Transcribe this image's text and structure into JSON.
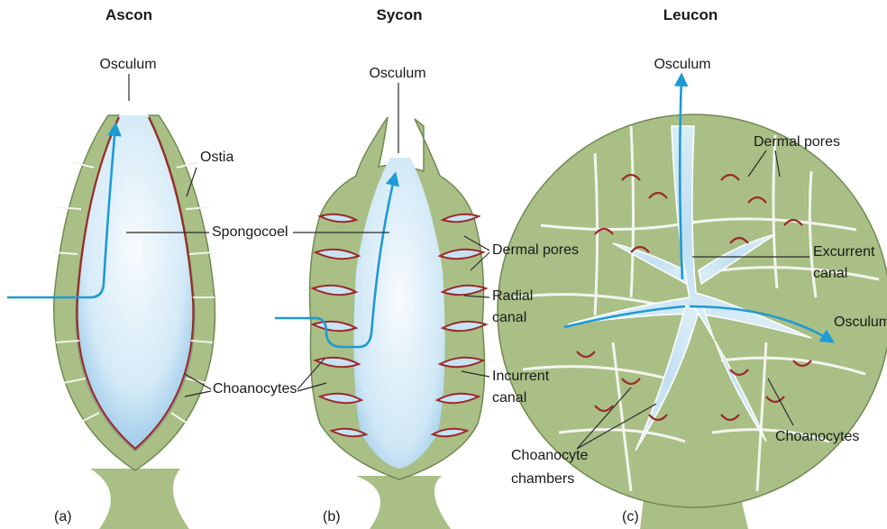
{
  "panels": [
    {
      "title": "Ascon",
      "letter": "(a)"
    },
    {
      "title": "Sycon",
      "letter": "(b)"
    },
    {
      "title": "Leucon",
      "letter": "(c)"
    }
  ],
  "labels": {
    "ascon_osculum": "Osculum",
    "ascon_ostia": "Ostia",
    "spongocoel": "Spongocoel",
    "choanocytes_center": "Choanocytes",
    "sycon_osculum": "Osculum",
    "sycon_dermal_pores": "Dermal pores",
    "radial_canal_1": "Radial",
    "radial_canal_2": "canal",
    "incurrent_canal_1": "Incurrent",
    "incurrent_canal_2": "canal",
    "leucon_osculum_top": "Osculum",
    "leucon_dermal_pores": "Dermal pores",
    "excurrent_canal_1": "Excurrent",
    "excurrent_canal_2": "canal",
    "leucon_osculum_side": "Osculum",
    "leucon_choanocytes": "Choanocytes",
    "choanocyte_chambers_1": "Choanocyte",
    "choanocyte_chambers_2": "chambers"
  },
  "colors": {
    "tissue": "#a9bf86",
    "tissue_edge": "#6f8a52",
    "choanocyte_lining": "#9b2a2a",
    "cavity_light": "#f4fafd",
    "cavity_blue": "#a9d3ec",
    "water_flow": "#1e9ad6"
  }
}
